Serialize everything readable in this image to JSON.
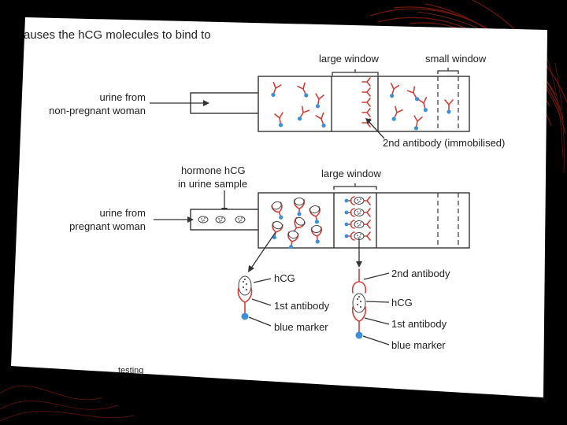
{
  "header": {
    "caption_fragment": "auses the hCG molecules to bind to"
  },
  "top_panel": {
    "large_window_label": "large window",
    "small_window_label": "small window",
    "sample_label_line1": "urine from",
    "sample_label_line2": "non-pregnant woman",
    "immobilised_label": "2nd antibody (immobilised)"
  },
  "bottom_panel": {
    "hormone_label_line1": "hormone hCG",
    "hormone_label_line2": "in urine sample",
    "large_window_label": "large window",
    "sample_label_line1": "urine from",
    "sample_label_line2": "pregnant woman"
  },
  "legend_left": {
    "hcg": "hCG",
    "first_antibody": "1st antibody",
    "blue_marker": "blue marker"
  },
  "legend_right": {
    "second_antibody": "2nd antibody",
    "hcg": "hCG",
    "first_antibody": "1st antibody",
    "blue_marker": "blue marker"
  },
  "footer": {
    "fragment": "testing"
  },
  "colors": {
    "antibody": "#d1403a",
    "marker": "#3d8fd6",
    "background": "#000000",
    "paper": "#ffffff",
    "decor": "#7a1a0c"
  }
}
